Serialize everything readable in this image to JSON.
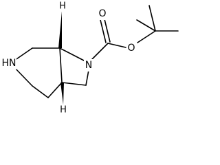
{
  "molecule": {
    "atoms": {
      "nh": "HN",
      "n_azetidine": "N",
      "o_carbonyl": "O",
      "o_ester": "O",
      "h_top": "H",
      "h_bottom": "H"
    }
  },
  "colors": {
    "bond": "#000000",
    "text": "#000000",
    "background": "#ffffff"
  }
}
